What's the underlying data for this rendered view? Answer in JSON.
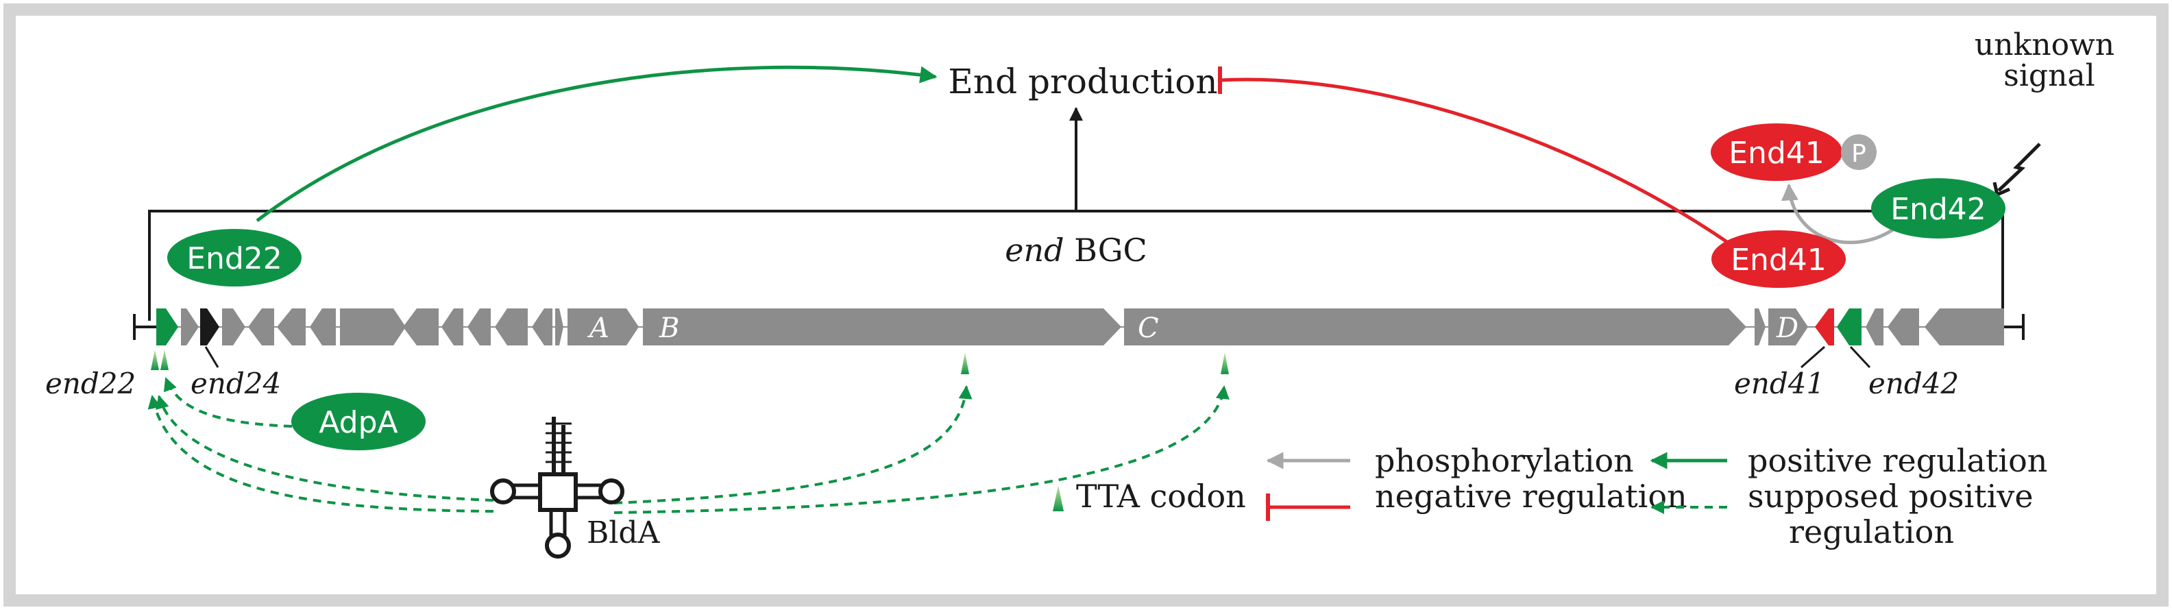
{
  "diagram": {
    "title_node": "End production",
    "cluster_label_italic": "end",
    "cluster_label_rest": " BGC",
    "proteins": {
      "end22": "End22",
      "end41_bound": "End41",
      "end41_phospho": "End41",
      "phospho_mark": "P",
      "end42": "End42",
      "adpa": "AdpA"
    },
    "signal_label_line1": "unknown",
    "signal_label_line2": "signal",
    "trna_label": "BldA",
    "gene_labels": {
      "end22": "end22",
      "end24": "end24",
      "end41": "end41",
      "end42": "end42",
      "A": "A",
      "B": "B",
      "C": "C",
      "D": "D"
    },
    "legend": {
      "phosphorylation": "phosphorylation",
      "positive_regulation": "positive regulation",
      "tta_codon": "TTA codon",
      "negative_regulation": "negative regulation",
      "supposed_line1": "supposed positive",
      "supposed_line2": "regulation"
    },
    "colors": {
      "green": "#0e9346",
      "red": "#e3222a",
      "gene_gray": "#8c8c8c",
      "phospho_gray": "#a8a8a8",
      "frame": "#d4d4d4",
      "dark": "#1a1a1a"
    }
  }
}
